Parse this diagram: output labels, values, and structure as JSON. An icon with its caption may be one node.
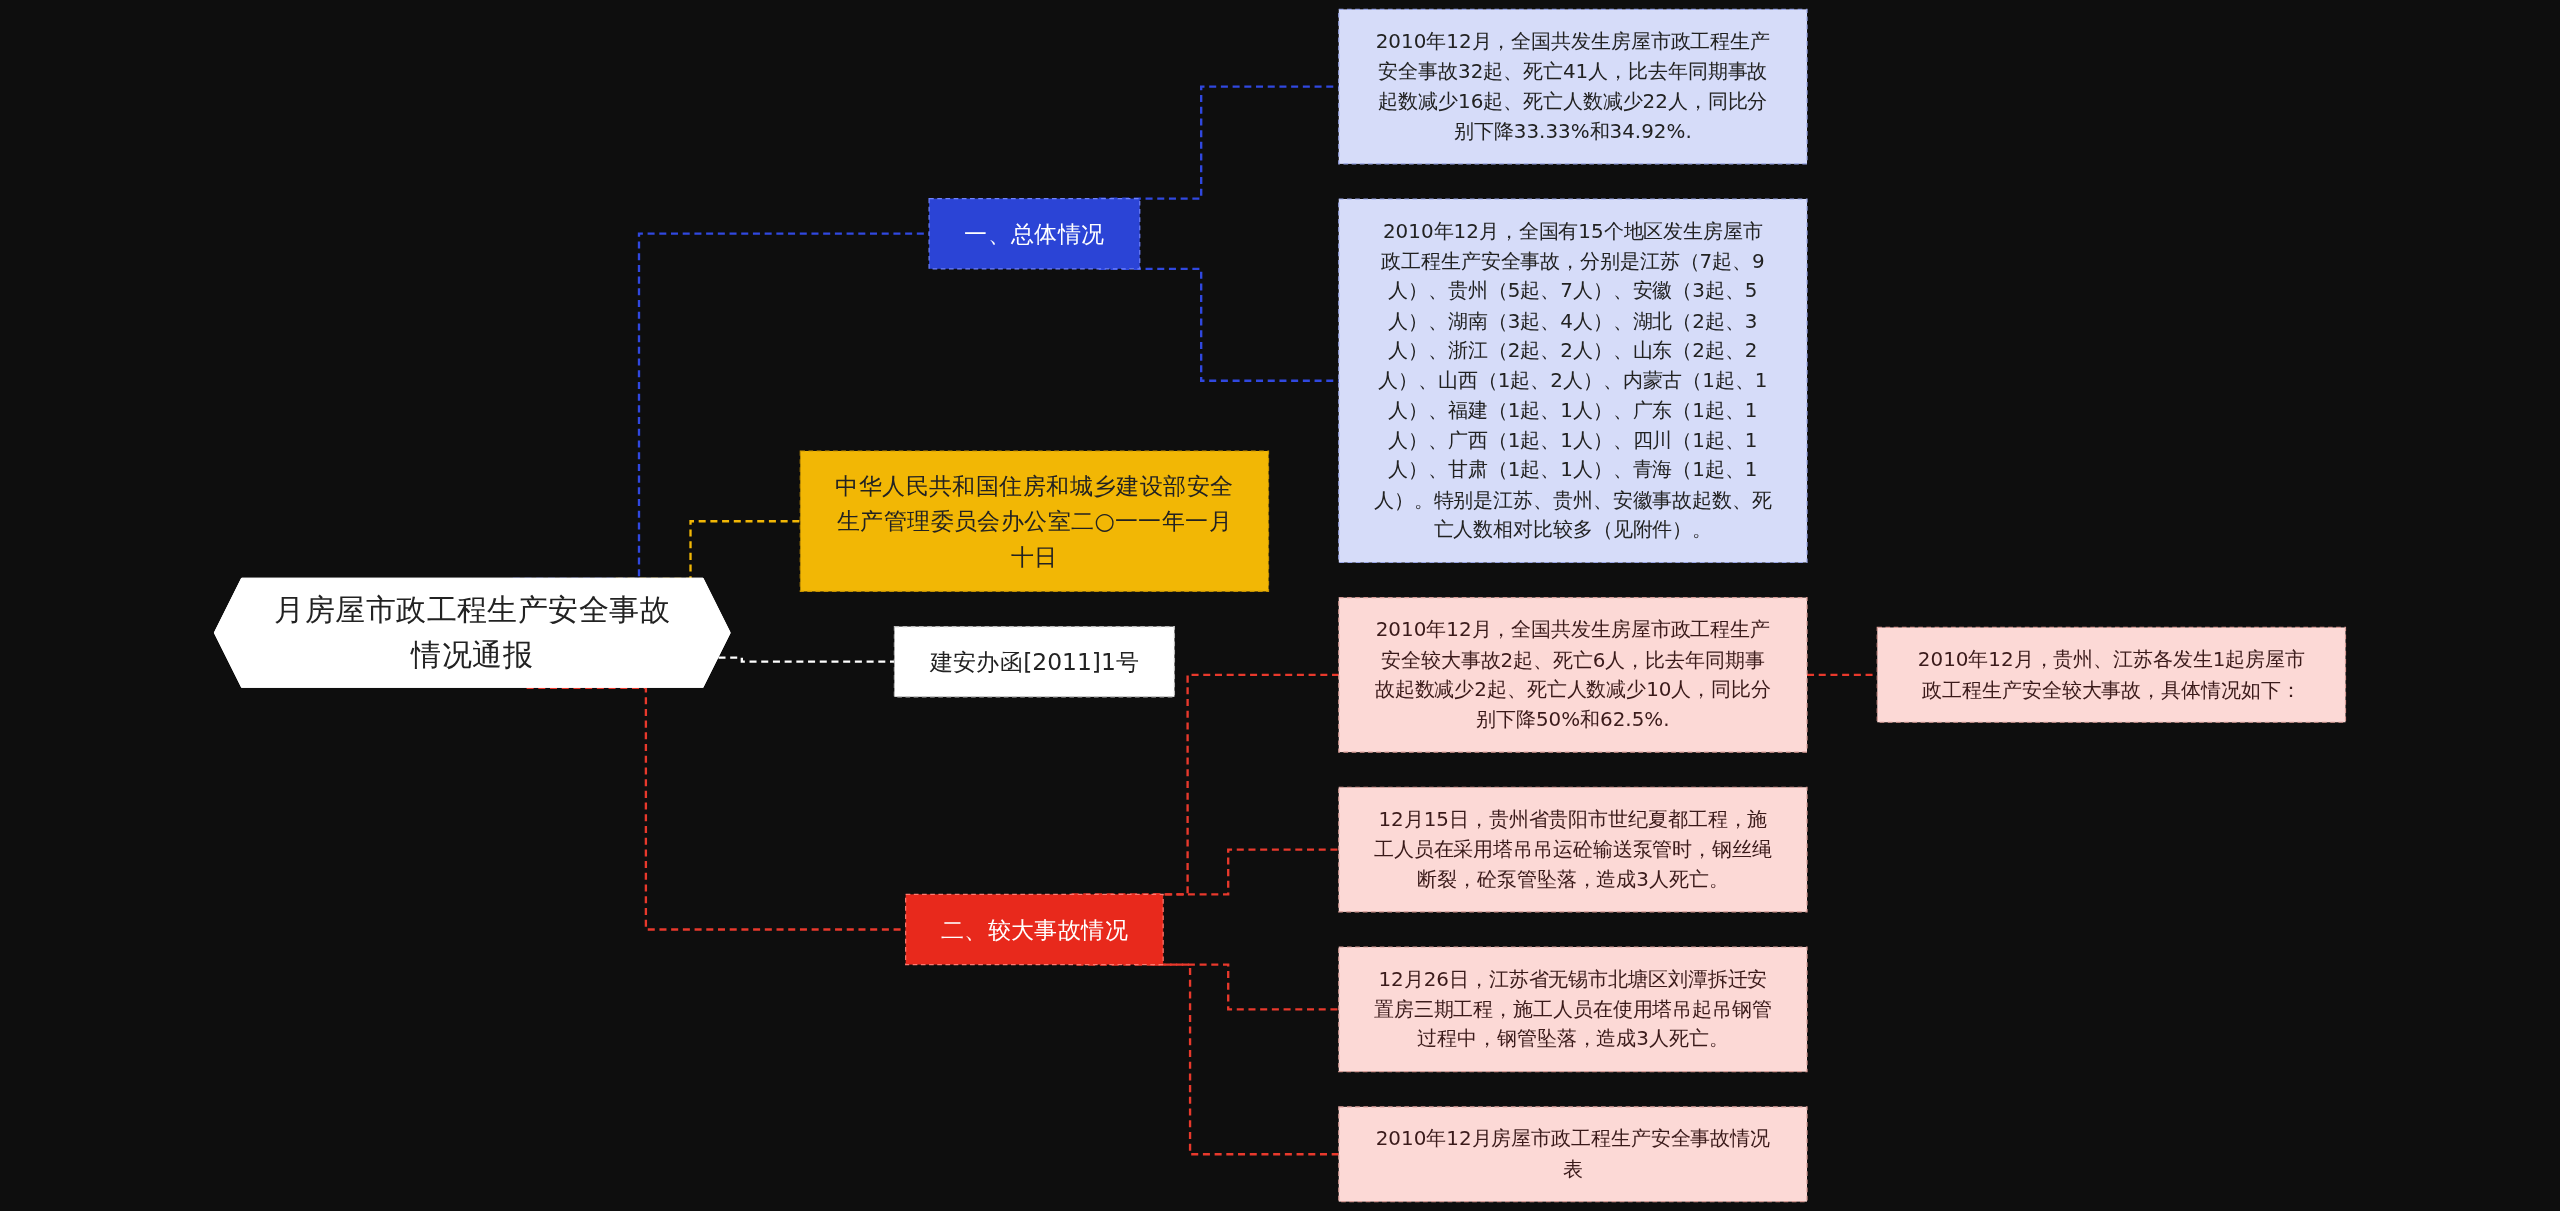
{
  "diagram": {
    "nodes": [
      {
        "text": [
          "月房屋市政工程生产安全事故情况通报"
        ]
      },
      {
        "text": [
          "一、总体情况"
        ]
      },
      {
        "text": [
          "2010年12月，全国共发生房屋市政工程生产安全事故32起、死亡41人，比去年同期事故起数减少16起、死亡人数减少22人，同比分别下降33.33%和34.92%."
        ]
      },
      {
        "text": [
          "2010年12月，全国有15个地区发生房屋市政工程生产安全事故，分别是江苏（7起、9人）、贵州（5起、7人）、安徽（3起、5人）、湖南（3起、4人）、湖北（2起、3人）、浙江（2起、2人）、山东（2起、2人）、山西（1起、2人）、内蒙古（1起、1人）、福建（1起、1人）、广东（1起、1人）、广西（1起、1人）、四川（1起、1人）、甘肃（1起、1人）、青海（1起、1人）。特别是江苏、贵州、安徽事故起数、死亡人数相对比较多（见附件）。"
        ]
      },
      {
        "text": [
          "中华人民共和国住房和城乡建设部安全生产管理委员会办公室二○一一年一月十日"
        ]
      },
      {
        "text": [
          "建安办函[2011]1号"
        ]
      },
      {
        "text": [
          "二、较大事故情况"
        ]
      },
      {
        "text": [
          "2010年12月，全国共发生房屋市政工程生产安全较大事故2起、死亡6人，比去年同期事故起数减少2起、死亡人数减少10人，同比分别下降50%和62.5%."
        ]
      },
      {
        "text": [
          "2010年12月，贵州、江苏各发生1起房屋市政工程生产安全较大事故，具体情况如下："
        ]
      },
      {
        "text": [
          "12月15日，贵州省贵阳市世纪夏都工程，施工人员在采用塔吊吊运砼输送泵管时，钢丝绳断裂，砼泵管坠落，造成3人死亡。"
        ]
      },
      {
        "text": [
          "12月26日，江苏省无锡市北塘区刘潭拆迁安置房三期工程，施工人员在使用塔吊起吊钢管过程中，钢管坠落，造成3人死亡。"
        ]
      },
      {
        "text": [
          "2010年12月房屋市政工程生产安全事故情况表"
        ]
      }
    ],
    "edges": [
      {
        "from": 0,
        "to": 1,
        "arrow": "none",
        "style": "dashed",
        "color": "#3048e0"
      },
      {
        "from": 1,
        "to": 2,
        "arrow": "none",
        "style": "dashed",
        "color": "#3048e0"
      },
      {
        "from": 1,
        "to": 3,
        "arrow": "none",
        "style": "dashed",
        "color": "#3048e0"
      },
      {
        "from": 0,
        "to": 4,
        "arrow": "none",
        "style": "dashed",
        "color": "#f2b705"
      },
      {
        "from": 0,
        "to": 5,
        "arrow": "none",
        "style": "dashed",
        "color": "#ffffff"
      },
      {
        "from": 0,
        "to": 6,
        "arrow": "none",
        "style": "dashed"
      },
      {
        "from": 6,
        "to": 7,
        "arrow": "none",
        "style": "dashed"
      },
      {
        "from": 7,
        "to": 8,
        "arrow": "none",
        "style": "dashed"
      },
      {
        "from": 6,
        "to": 9,
        "arrow": "none",
        "style": "dashed"
      },
      {
        "from": 6,
        "to": 10,
        "arrow": "none",
        "style": "dashed"
      },
      {
        "from": 6,
        "to": 11,
        "arrow": "none",
        "style": "dashed"
      }
    ]
  }
}
